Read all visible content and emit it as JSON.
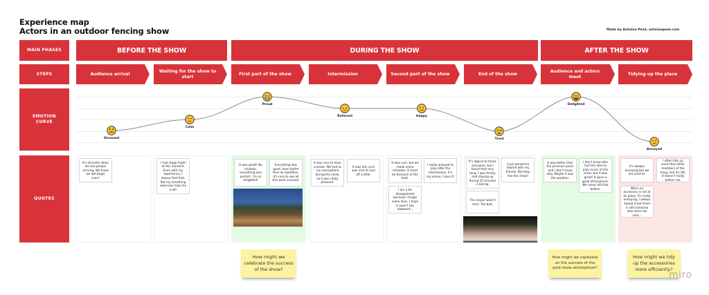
{
  "header": {
    "title_line1": "Experience map",
    "title_line2": "Actors in an outdoor fencing show",
    "credit": "Made by Antoine Pezé, antoinepeze.com"
  },
  "row_labels": {
    "main_phases": "MAIN PHASES",
    "steps": "STEPS",
    "emotion_curve": "EMOTION CURVE",
    "quotes": "QUOTES"
  },
  "phases": [
    {
      "label": "BEFORE THE SHOW"
    },
    {
      "label": "DURING THE SHOW"
    },
    {
      "label": "AFTER THE SHOW"
    }
  ],
  "steps": [
    {
      "label": "Audience arrival"
    },
    {
      "label": "Waiting for the show to start"
    },
    {
      "label": "First part of the show"
    },
    {
      "label": "Intermission"
    },
    {
      "label": "Second part of the show"
    },
    {
      "label": "End of the show"
    },
    {
      "label": "Audience and actors meet"
    },
    {
      "label": "Tidying up the place"
    }
  ],
  "emotions": [
    {
      "label": "Stressed",
      "icon": "stressed-face-icon"
    },
    {
      "label": "Calm",
      "icon": "calm-face-icon"
    },
    {
      "label": "Proud",
      "icon": "grinning-face-icon"
    },
    {
      "label": "Relieved",
      "icon": "relieved-face-icon"
    },
    {
      "label": "Happy",
      "icon": "smiling-face-icon"
    },
    {
      "label": "Tired",
      "icon": "tired-face-icon"
    },
    {
      "label": "Delighted",
      "icon": "laughing-face-icon"
    },
    {
      "label": "Annoyed",
      "icon": "annoyed-face-icon"
    }
  ],
  "quotes": {
    "audience_arrival": [
      "It's stressful when we see people arriving. We know we will begin soon!"
    ],
    "waiting": [
      "I had stage fright at this moment. Even with my experience, I always feel that. But my breathing exercises help me a lot!"
    ],
    "first_part": [
      "It was great! No mistake, everything was perfect. I'm so delighted!",
      "Everything was good, even better than at repetition. It's nice to see all this work succeed."
    ],
    "intermission": [
      "It was nice to have a break. We had to run everywhere during the show, so it was really pleasant.",
      "It was hot, so it was nice to cool off a little."
    ],
    "second_part": [
      "It was cool, but we made some mistakes. It must be because of the heat.",
      "I really enjoyed to play after the intermission. It's my scene, I love it!",
      "I am a bit disappointed because I forgot some lines. I hope it wasn't too awkward..."
    ],
    "end": [
      "It's logical to thank everyone, but I found that very long. I was thirsty and staying up during 15 minutes is boring.",
      "I just wanted to debrief with my friends. Did they like the show?",
      "The mayor wasn't here. Too bad."
    ],
    "meet": [
      "It was better than the previous years and I don't know why. Maybe it was the weather.",
      "I don't know who had the idea to play music of the show, but it was great! It gave a good atmosphere. We never did that before."
    ],
    "tidying": [
      "It's always annoying but we are used to.",
      "I often tidy up more than other members of the troop, but it's OK. It doesn't really bother me.",
      "When an accessory is not at its place, it's really annoying. I always repeat it but there is still someone who does not care..."
    ]
  },
  "photos": {
    "first_part": "outdoor-show-dusk-photo",
    "end": "actors-bow-night-photo"
  },
  "stickies": [
    {
      "text": "How might we celebrate the success of the show?"
    },
    {
      "text": "How might we capitalise on the success of the post-show atmosphere?"
    },
    {
      "text": "How might we tidy up the accessories more efficiently?"
    }
  ],
  "colors": {
    "accent_red": "#d8333a",
    "positive_green": "#e3fbe3",
    "negative_pink": "#fde6e6",
    "sticky_yellow": "#fbf3a2",
    "emoji_yellow": "#f6c233"
  },
  "watermark": "miro"
}
